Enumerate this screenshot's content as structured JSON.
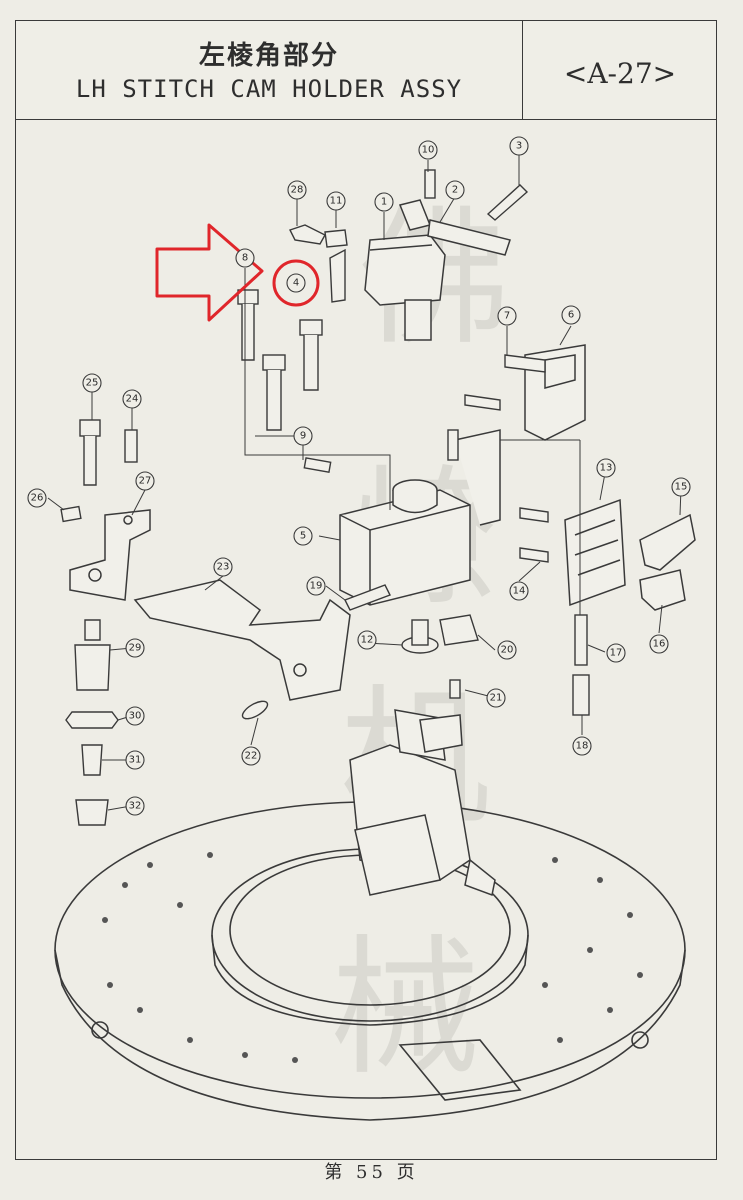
{
  "header": {
    "title_cn": "左棱角部分",
    "title_en": "LH STITCH CAM HOLDER ASSY",
    "page_code": "<A-27>"
  },
  "footer": {
    "page_label": "第 55 页"
  },
  "watermark": {
    "chars": [
      "佛",
      "燎",
      "机",
      "械"
    ]
  },
  "callouts": [
    "1",
    "2",
    "3",
    "4",
    "5",
    "6",
    "7",
    "8",
    "9",
    "10",
    "11",
    "12",
    "13",
    "14",
    "15",
    "16",
    "17",
    "18",
    "19",
    "20",
    "21",
    "22",
    "23",
    "24",
    "25",
    "26",
    "27",
    "28",
    "29",
    "30",
    "31",
    "32"
  ],
  "highlight": {
    "callout": "4",
    "color": "#e0262b"
  },
  "colors": {
    "paper": "#eeede6",
    "ink": "#2e2e2e",
    "highlight": "#e0262b"
  }
}
